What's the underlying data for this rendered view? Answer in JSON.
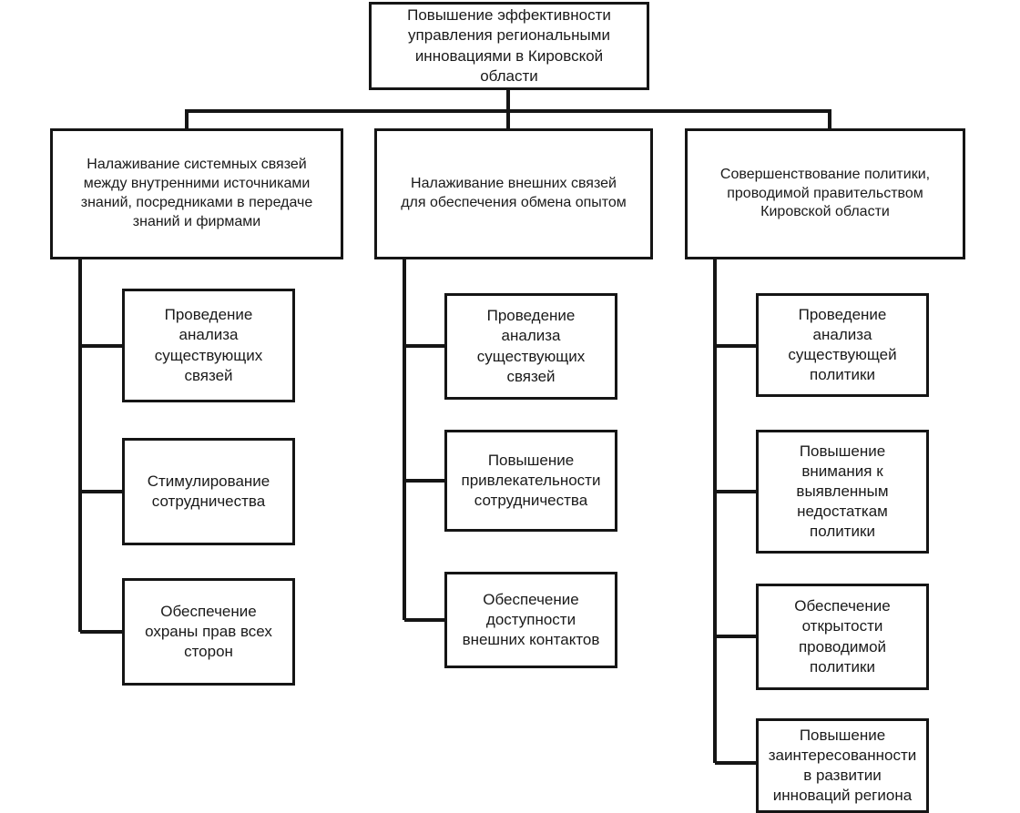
{
  "diagram": {
    "type": "hierarchy-tree",
    "title": "Повышение эффективности управления региональными инновациями в Кировской области",
    "colors": {
      "box_border": "#151515",
      "box_fill": "#ffffff",
      "connector": "#151515",
      "text": "#1a1a1a",
      "background": "#ffffff"
    },
    "root": {
      "label": "Повышение эффективности\nуправления региональными\nинновациями в Кировской\nобласти"
    },
    "branches": [
      {
        "label": "Налаживание системных связей\nмежду внутренними источниками\nзнаний, посредниками в передаче\nзнаний и фирмами",
        "children": [
          {
            "label": "Проведение\nанализа\nсуществующих\nсвязей"
          },
          {
            "label": "Стимулирование\nсотрудничества"
          },
          {
            "label": "Обеспечение\nохраны прав всех\nсторон"
          }
        ]
      },
      {
        "label": "Налаживание внешних связей\nдля обеспечения обмена опытом",
        "children": [
          {
            "label": "Проведение\nанализа\nсуществующих\nсвязей"
          },
          {
            "label": "Повышение\nпривлекательности\nсотрудничества"
          },
          {
            "label": "Обеспечение\nдоступности\nвнешних контактов"
          }
        ]
      },
      {
        "label": "Совершенствование политики,\nпроводимой правительством\nКировской области",
        "children": [
          {
            "label": "Проведение\nанализа\nсуществующей\nполитики"
          },
          {
            "label": "Повышение\nвнимания к\nвыявленным\nнедостаткам\nполитики"
          },
          {
            "label": "Обеспечение\nоткрытости\nпроводимой\nполитики"
          },
          {
            "label": "Повышение\nзаинтересованности\nв развитии\nинноваций региона"
          }
        ]
      }
    ]
  }
}
